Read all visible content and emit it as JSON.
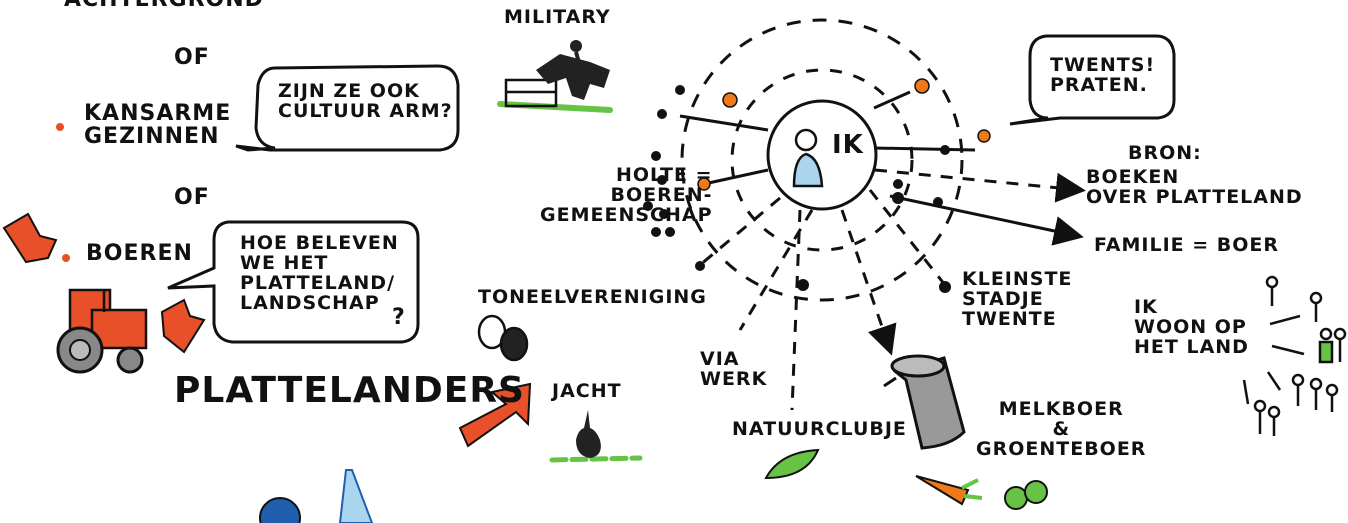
{
  "left_column": {
    "achtergrond": "ACHTERGROND",
    "of_1": "OF",
    "kansarme": "KANSARME\nGEZINNEN",
    "bubble_cultuur": "ZIJN ZE OOK\nCULTUUR ARM?",
    "of_2": "OF",
    "boeren": "BOEREN",
    "bubble_beleven": "HOE BELEVEN\nWE HET\nPLATTELAND/\nLANDSCHAP",
    "bubble_beleven_q": "?",
    "plattelanders": "PLATTELANDERS"
  },
  "center": {
    "military": "MILITARY",
    "ik": "IK",
    "holte": "HOLTE =\nBOEREN-\nGEMEENSCHAP",
    "toneel": "TONEELVERENIGING",
    "jacht": "JACHT",
    "via_werk": "VIA\nWERK",
    "natuurclubje": "NATUURCLUBJE",
    "kleinste": "KLEINSTE\nSTADJE\nTWENTE",
    "melkboer": "MELKBOER\n&\nGROENTEBOER",
    "twents": "TWENTS!\nPRATEN."
  },
  "right": {
    "bron": "BRON:",
    "boeken": "BOEKEN\nOVER PLATTELAND",
    "familie": "FAMILIE = BOER",
    "woon": "IK\nWOON OP\nHET LAND"
  },
  "colors": {
    "orange": "#e8502a",
    "orange_dot": "#ee7a1a",
    "green": "#66c346",
    "light_blue": "#a9d5ee",
    "ink": "#111111",
    "blue_badge": "#1f5fae"
  }
}
